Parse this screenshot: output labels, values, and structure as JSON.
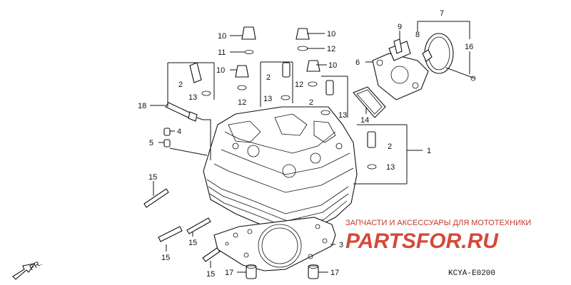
{
  "callouts": {
    "c1": "1",
    "c2a": "2",
    "c2b": "2",
    "c2c": "2",
    "c2d": "2",
    "c3": "3",
    "c4": "4",
    "c5": "5",
    "c6": "6",
    "c7": "7",
    "c8": "8",
    "c9": "9",
    "c10a": "10",
    "c10b": "10",
    "c10c": "10",
    "c10d": "10",
    "c11": "11",
    "c12a": "12",
    "c12b": "12",
    "c12c": "12",
    "c13a": "13",
    "c13b": "13",
    "c13c": "13",
    "c13d": "13",
    "c14": "14",
    "c15a": "15",
    "c15b": "15",
    "c15c": "15",
    "c15d": "15",
    "c16": "16",
    "c17a": "17",
    "c17b": "17",
    "c18": "18"
  },
  "direction": "FR.",
  "watermark": {
    "tagline": "ЗАПЧАСТИ И АКСЕССУАРЫ ДЛЯ МОТОТЕХНИКИ",
    "brand": "PARTSFOR.RU"
  },
  "diagram_code": "KCYA-E0200"
}
